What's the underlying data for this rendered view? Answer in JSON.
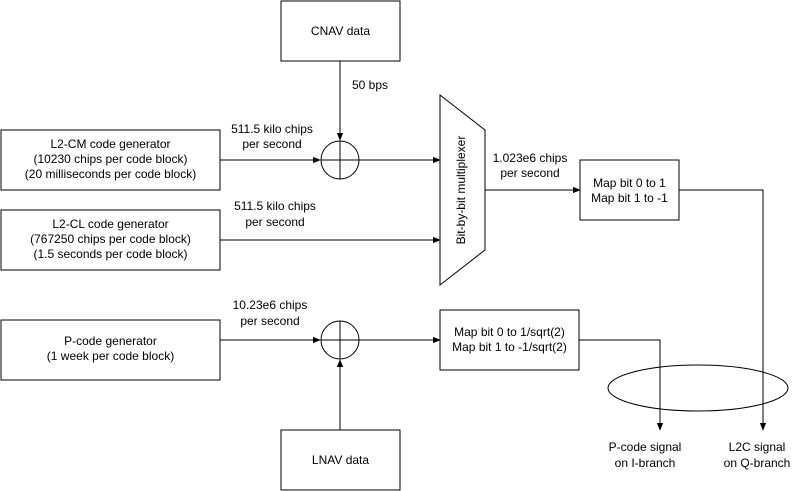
{
  "blocks": {
    "cnav": "CNAV data",
    "lnav": "LNAV data",
    "l2cm": [
      "L2-CM code generator",
      "(10230 chips per code block)",
      "(20 milliseconds per code block)"
    ],
    "l2cl": [
      "L2-CL code generator",
      "(767250 chips per code block)",
      "(1.5 seconds per code block)"
    ],
    "pcode": [
      "P-code generator",
      "(1 week per code block)"
    ],
    "mux": "Bit-by-bit multiplexer",
    "map_l2c": [
      "Map bit 0 to 1",
      "Map bit 1 to -1"
    ],
    "map_p": [
      "Map bit 0 to 1/sqrt(2)",
      "Map bit 1 to -1/sqrt(2)"
    ]
  },
  "edge_labels": {
    "cnav_rate": "50 bps",
    "l2cm_rate": [
      "511.5 kilo chips",
      "per second"
    ],
    "l2cl_rate": [
      "511.5 kilo chips",
      "per second"
    ],
    "mux_rate": [
      "1.023e6 chips",
      "per second"
    ],
    "pcode_rate": [
      "10.23e6 chips",
      "per second"
    ]
  },
  "outputs": {
    "p_signal": [
      "P-code signal",
      "on I-branch"
    ],
    "l2c_signal": [
      "L2C signal",
      "on Q-branch"
    ]
  }
}
